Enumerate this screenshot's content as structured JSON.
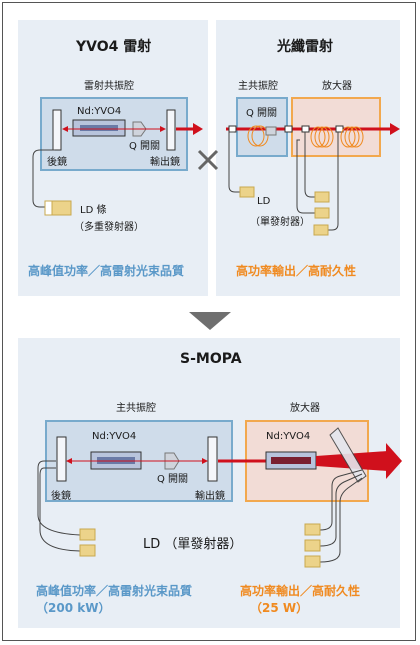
{
  "top_left": {
    "title": "YVO4 雷射",
    "cavity_label": "雷射共振腔",
    "crystal_label": "Nd:YVO4",
    "qswitch_label": "Q 開關",
    "rear_mirror_label": "後鏡",
    "output_mirror_label": "輸出鏡",
    "ld_label_1": "LD 條",
    "ld_label_2": "（多重發射器）",
    "feature": "高峰值功率／高雷射光束品質"
  },
  "top_right": {
    "title": "光纖雷射",
    "cavity_label": "主共振腔",
    "qswitch_label": "Q 開關",
    "amp_label": "放大器",
    "ld_label_1": "LD",
    "ld_label_2": "（單發射器）",
    "feature": "高功率輸出／高耐久性"
  },
  "bottom": {
    "title": "S-MOPA",
    "cavity_label": "主共振腔",
    "amp_label": "放大器",
    "crystal_label": "Nd:YVO4",
    "amp_crystal_label": "Nd:YVO4",
    "qswitch_label": "Q 開關",
    "rear_mirror_label": "後鏡",
    "output_mirror_label": "輸出鏡",
    "ld_label": "LD （單發射器）",
    "feature_left_1": "高峰值功率／高雷射光束品質",
    "feature_left_2": "（200 kW）",
    "feature_right_1": "高功率輸出／高耐久性",
    "feature_right_2": "（25 W）"
  },
  "colors": {
    "panel_bg": "#e8eef5",
    "beam_red": "#d0101c",
    "blue_text": "#5a98c8",
    "orange_text": "#f08a20",
    "ld_yellow": "#ecd38a"
  }
}
